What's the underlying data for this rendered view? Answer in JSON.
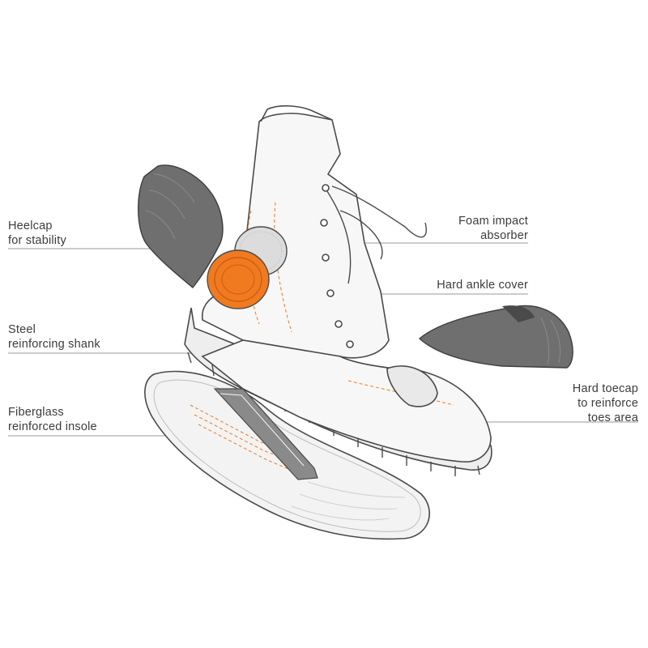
{
  "callouts": {
    "heelcap": {
      "line1": "Heelcap",
      "line2": "for stability"
    },
    "shank": {
      "line1": "Steel",
      "line2": "reinforcing shank"
    },
    "insole": {
      "line1": "Fiberglass",
      "line2": "reinforced insole"
    },
    "foam": {
      "line1": "Foam impact",
      "line2": "absorber"
    },
    "ankle": {
      "line1": "Hard ankle cover"
    },
    "toecap": {
      "line1": "Hard toecap",
      "line2": "to reinforce",
      "line3": "toes area"
    }
  },
  "colors": {
    "outline": "#4a4a4a",
    "part_grey": "#6f6f6f",
    "part_grey_light": "#8a8a8a",
    "accent_orange": "#f07a20",
    "leader": "#9a9a9a",
    "boot_fill": "#f7f7f7"
  }
}
